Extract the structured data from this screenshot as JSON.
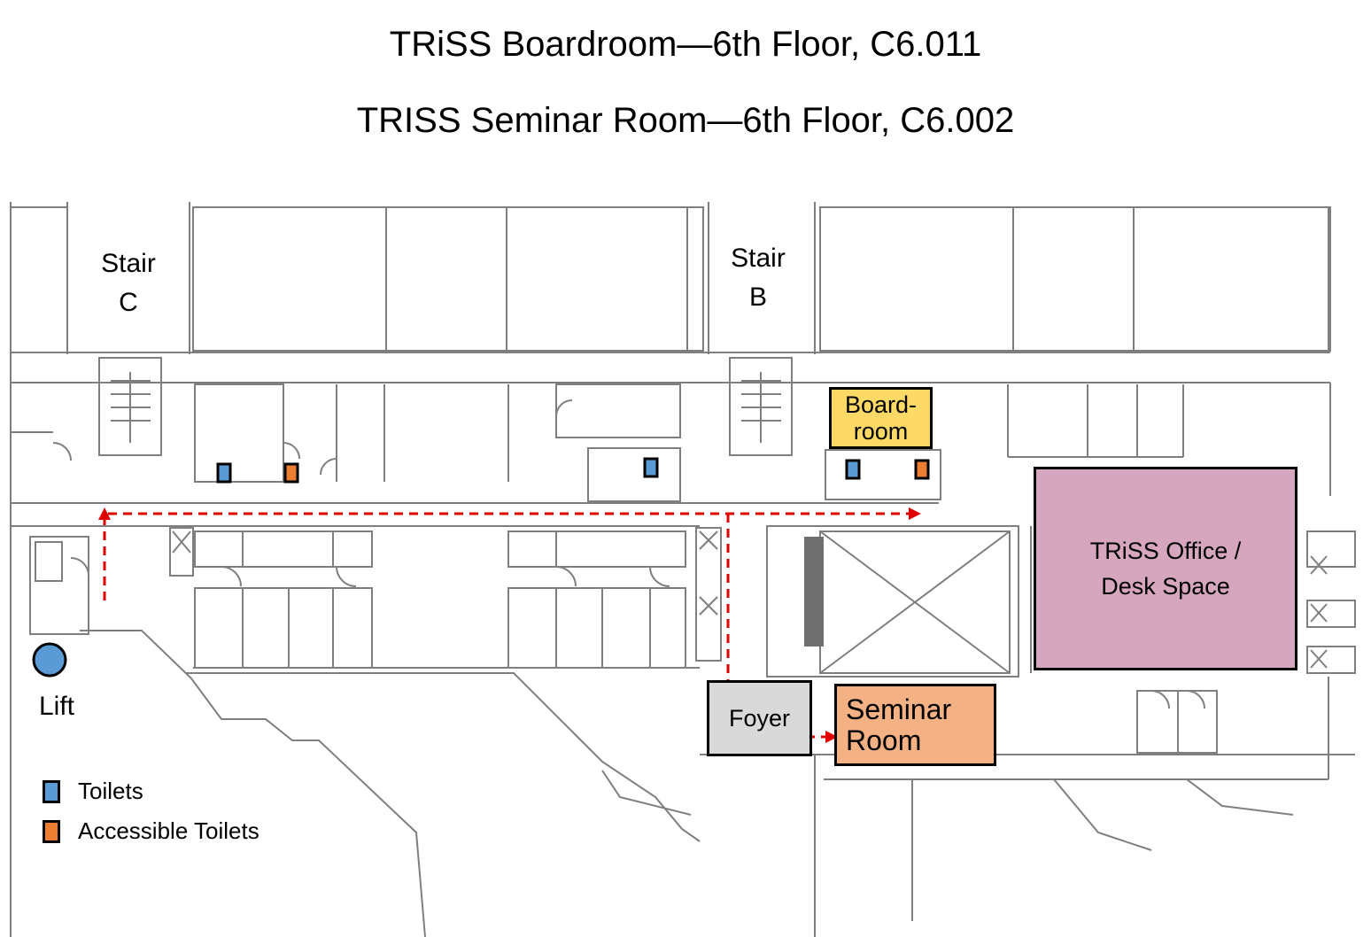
{
  "header": {
    "title_line1": "TRiSS Boardroom—6th Floor, C6.011",
    "title_line2": "TRISS Seminar Room—6th Floor, C6.002"
  },
  "labels": {
    "stair_c_line1": "Stair",
    "stair_c_line2": "C",
    "stair_b_line1": "Stair",
    "stair_b_line2": "B",
    "lift": "Lift",
    "boardroom_line1": "Board-",
    "boardroom_line2": "room",
    "office_line1": "TRiSS Office /",
    "office_line2": "Desk Space",
    "foyer": "Foyer",
    "seminar_line1": "Seminar",
    "seminar_line2": "Room"
  },
  "legend": {
    "toilets": "Toilets",
    "accessible_toilets": "Accessible Toilets"
  },
  "colors": {
    "toilet": "#5b9bd5",
    "accessible_toilet": "#ed7d31",
    "boardroom": "#ffd966",
    "office": "#d5a6bd",
    "foyer": "#d9d9d9",
    "seminar": "#f4b183",
    "route": "#e00000",
    "lift": "#5b9bd5"
  }
}
